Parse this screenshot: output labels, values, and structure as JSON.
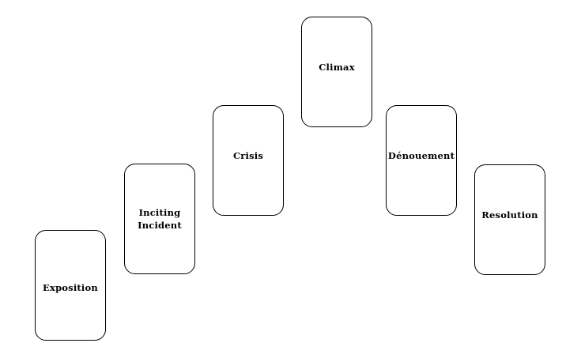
{
  "diagram": {
    "stages": [
      {
        "label": "Exposition"
      },
      {
        "label": "Inciting\nIncident"
      },
      {
        "label": "Crisis"
      },
      {
        "label": "Climax"
      },
      {
        "label": "Dénouement"
      },
      {
        "label": "Resolution"
      }
    ],
    "colors": {
      "border": "#000000",
      "background": "#ffffff",
      "text": "#000000"
    }
  }
}
